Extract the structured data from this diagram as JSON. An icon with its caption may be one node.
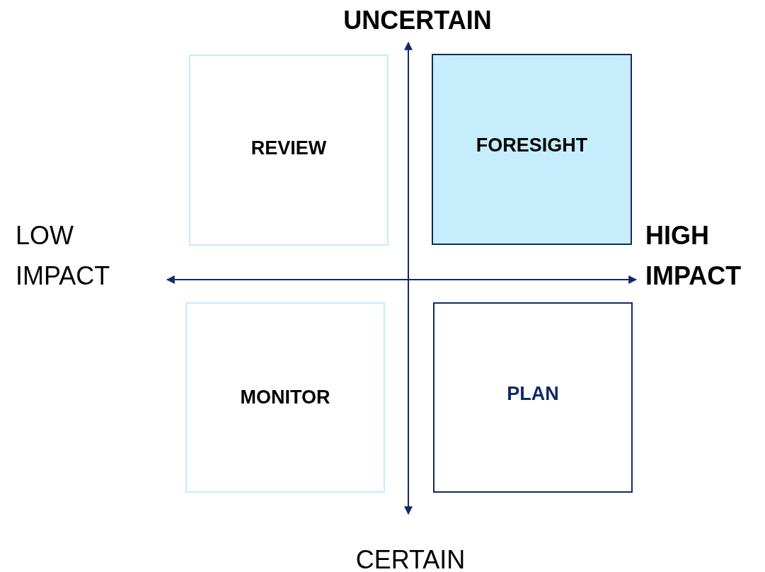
{
  "diagram": {
    "nodes": [
      {
        "text": [
          "REVIEW"
        ]
      },
      {
        "text": [
          "FORESIGHT"
        ]
      },
      {
        "text": [
          "MONITOR"
        ]
      },
      {
        "text": [
          "PLAN"
        ]
      }
    ],
    "labels": [
      "UNCERTAIN",
      "LOW IMPACT",
      "HIGH IMPACT",
      "CERTAIN"
    ]
  }
}
